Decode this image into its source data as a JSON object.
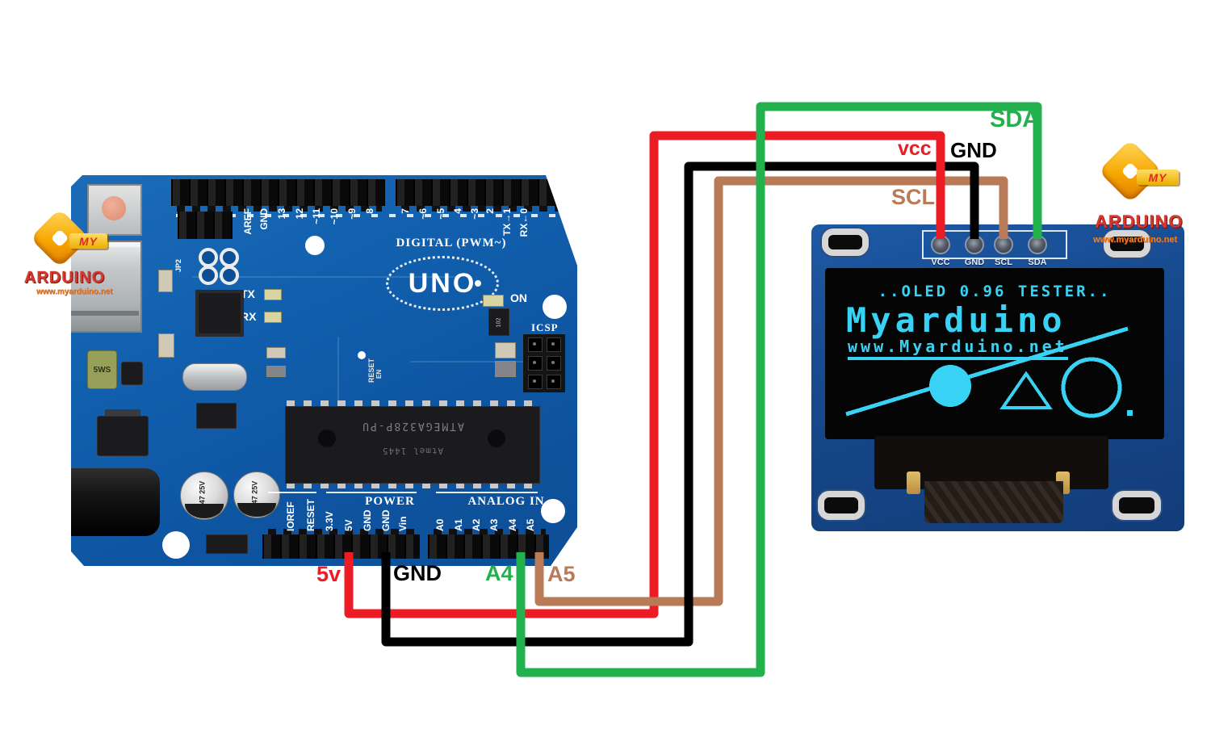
{
  "colors": {
    "arduino_pcb": "#1160ae",
    "oled_pcb": "#16427f",
    "oled_accent": "#38d2f4",
    "wire_red": "#ec1c24",
    "wire_black": "#000000",
    "wire_green": "#23b14d",
    "wire_brown": "#b97a57"
  },
  "logo": {
    "my": "MY",
    "brand": "ARDUINO",
    "url": "www.myarduino.net"
  },
  "arduino": {
    "name": "UNO",
    "digital_caption": "DIGITAL (PWM~)",
    "power_caption": "POWER",
    "analog_caption": "ANALOG IN",
    "on_label": "ON",
    "icsp_label": "ICSP",
    "jp2_label": "JP2",
    "tx_label": "TX",
    "rx_label": "RX",
    "reset_silk": "RESET",
    "en_silk": "EN",
    "chip_label": "ATMEGA328P-PU",
    "chip_sub": "Atmel 1445",
    "cap_label": "47 25V",
    "fuse_label": "5WS",
    "res_label": "102",
    "digital_pins": [
      "AREF",
      "GND",
      "13",
      "12",
      "~11",
      "~10",
      "~9",
      "8",
      "7",
      "~6",
      "~5",
      "4",
      "~3",
      "2",
      "TX→1",
      "RX←0"
    ],
    "power_pins": [
      "IOREF",
      "RESET",
      "3.3V",
      "5V",
      "GND",
      "GND",
      "Vin"
    ],
    "analog_pins": [
      "A0",
      "A1",
      "A2",
      "A3",
      "A4",
      "A5"
    ]
  },
  "oled": {
    "pins": [
      "VCC",
      "GND",
      "SCL",
      "SDA"
    ],
    "screen_line1": "..OLED 0.96 TESTER..",
    "screen_line2": "Myarduino",
    "screen_line3": "www.Myarduino.net"
  },
  "wires": [
    {
      "name": "5v-to-vcc",
      "color": "#ec1c24",
      "from": "5v",
      "to": "vcc"
    },
    {
      "name": "gnd-to-gnd",
      "color": "#000000",
      "from": "GND",
      "to": "GND"
    },
    {
      "name": "a4-to-sda",
      "color": "#23b14d",
      "from": "A4",
      "to": "SDA"
    },
    {
      "name": "a5-to-scl",
      "color": "#b97a57",
      "from": "A5",
      "to": "SCL"
    }
  ]
}
